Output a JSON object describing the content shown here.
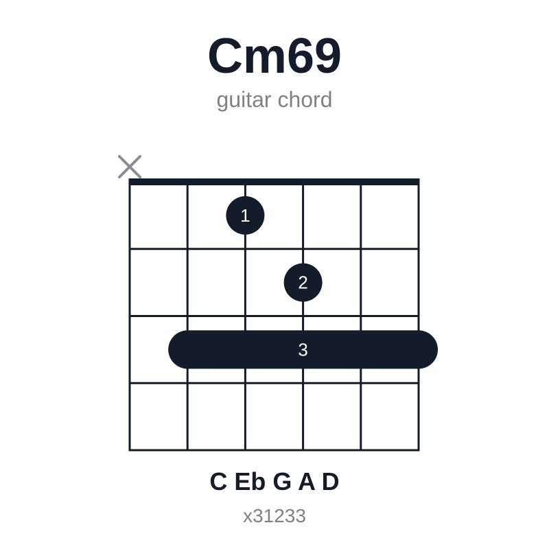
{
  "chord": {
    "name": "Cm69",
    "subtitle": "guitar chord",
    "notes": "C Eb G A D",
    "fingering": "x31233"
  },
  "diagram": {
    "strings": 6,
    "frets": 4,
    "muted_strings": [
      1
    ],
    "fingers": [
      {
        "label": "1",
        "fret": 1,
        "string": 3
      },
      {
        "label": "2",
        "fret": 2,
        "string": 4
      }
    ],
    "barre": {
      "label": "3",
      "fret": 3,
      "from_string": 2,
      "to_string": 6
    }
  },
  "colors": {
    "ink": "#141b2b",
    "muted_mark": "#8a8d94",
    "finger_text": "#ffffff"
  }
}
